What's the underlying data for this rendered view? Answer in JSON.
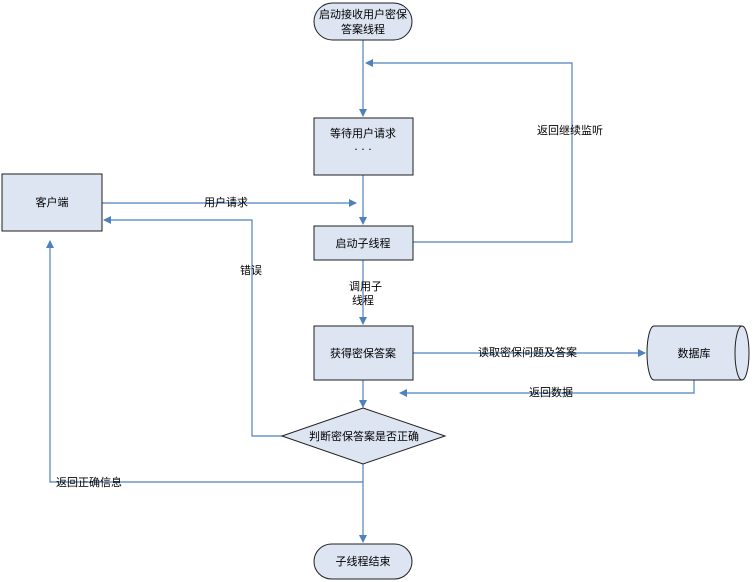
{
  "colors": {
    "node_fill": "#dde5f3",
    "node_stroke": "#1f1f1f",
    "edge": "#4f81bd",
    "background": "#ffffff"
  },
  "nodes": {
    "start": {
      "line1": "启动接收用户密保",
      "line2": "答案线程"
    },
    "wait": {
      "line1": "等待用户请求",
      "line2": "· · ·"
    },
    "client": {
      "label": "客户端"
    },
    "start_sub": {
      "label": "启动子线程"
    },
    "get_answer": {
      "label": "获得密保答案"
    },
    "database": {
      "label": "数据库"
    },
    "judge": {
      "label": "判断密保答案是否正确"
    },
    "end": {
      "label": "子线程结束"
    }
  },
  "edges": {
    "return_listen": "返回继续监听",
    "user_request": "用户请求",
    "error": "错误",
    "call_sub_1": "调用子",
    "call_sub_2": "线程",
    "read_question": "读取密保问题及答案",
    "return_data": "返回数据",
    "return_correct": "返回正确信息"
  }
}
